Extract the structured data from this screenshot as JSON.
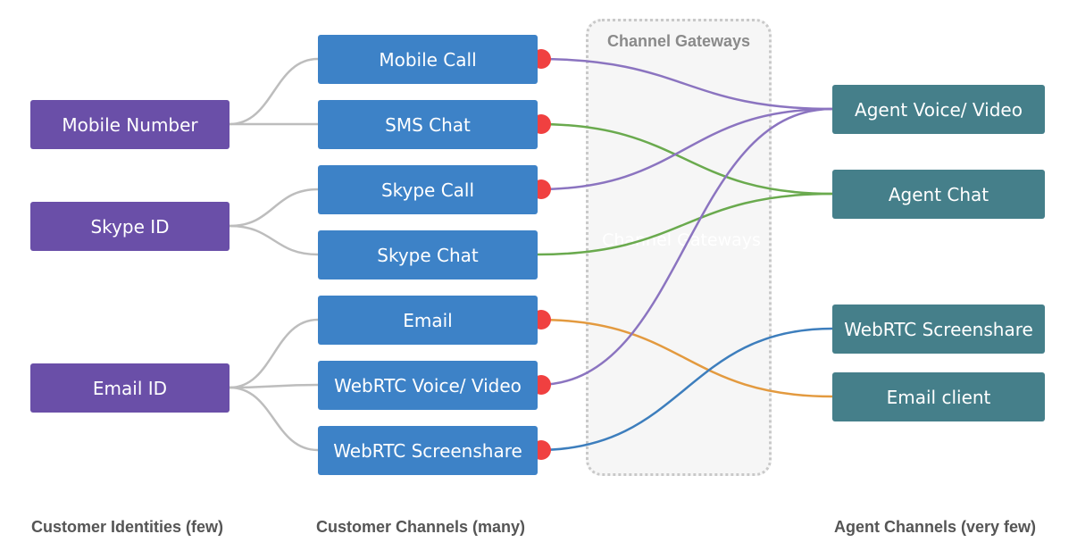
{
  "gateway": {
    "title": "Channel Gateways",
    "ghost_label": "Channel Gateways"
  },
  "identities": [
    {
      "id": "mobile_number",
      "label": "Mobile Number"
    },
    {
      "id": "skype_id",
      "label": "Skype ID"
    },
    {
      "id": "email_id",
      "label": "Email ID"
    }
  ],
  "channels": [
    {
      "id": "mobile_call",
      "label": "Mobile Call",
      "identity": "mobile_number",
      "agent": "agent_voice_video",
      "color": "#8b74c0",
      "dot": true
    },
    {
      "id": "sms_chat",
      "label": "SMS Chat",
      "identity": "mobile_number",
      "agent": "agent_chat",
      "color": "#6aaa4e",
      "dot": true
    },
    {
      "id": "skype_call",
      "label": "Skype Call",
      "identity": "skype_id",
      "agent": "agent_voice_video",
      "color": "#8b74c0",
      "dot": true
    },
    {
      "id": "skype_chat",
      "label": "Skype Chat",
      "identity": "skype_id",
      "agent": "agent_chat",
      "color": "#6aaa4e",
      "dot": false
    },
    {
      "id": "email",
      "label": "Email",
      "identity": "email_id",
      "agent": "email_client",
      "color": "#e39a3f",
      "dot": true
    },
    {
      "id": "webrtc_voice_video",
      "label": "WebRTC Voice/ Video",
      "identity": "email_id",
      "agent": "agent_voice_video",
      "color": "#8b74c0",
      "dot": true
    },
    {
      "id": "webrtc_screenshare",
      "label": "WebRTC Screenshare",
      "identity": "email_id",
      "agent": "agent_screenshare",
      "color": "#3d7ebd",
      "dot": true
    }
  ],
  "agents": [
    {
      "id": "agent_voice_video",
      "label": "Agent Voice/ Video"
    },
    {
      "id": "agent_chat",
      "label": "Agent Chat"
    },
    {
      "id": "agent_screenshare",
      "label": "WebRTC Screenshare"
    },
    {
      "id": "email_client",
      "label": "Email client"
    }
  ],
  "captions": {
    "identities": "Customer Identities (few)",
    "channels": "Customer Channels (many)",
    "agents": "Agent Channels (very few)"
  },
  "colors": {
    "identity_fill": "#6a4fa8",
    "channel_fill": "#3d82c7",
    "agent_fill": "#457f8a",
    "link_gray": "#bdbdbd",
    "dot_red": "#f04040"
  }
}
